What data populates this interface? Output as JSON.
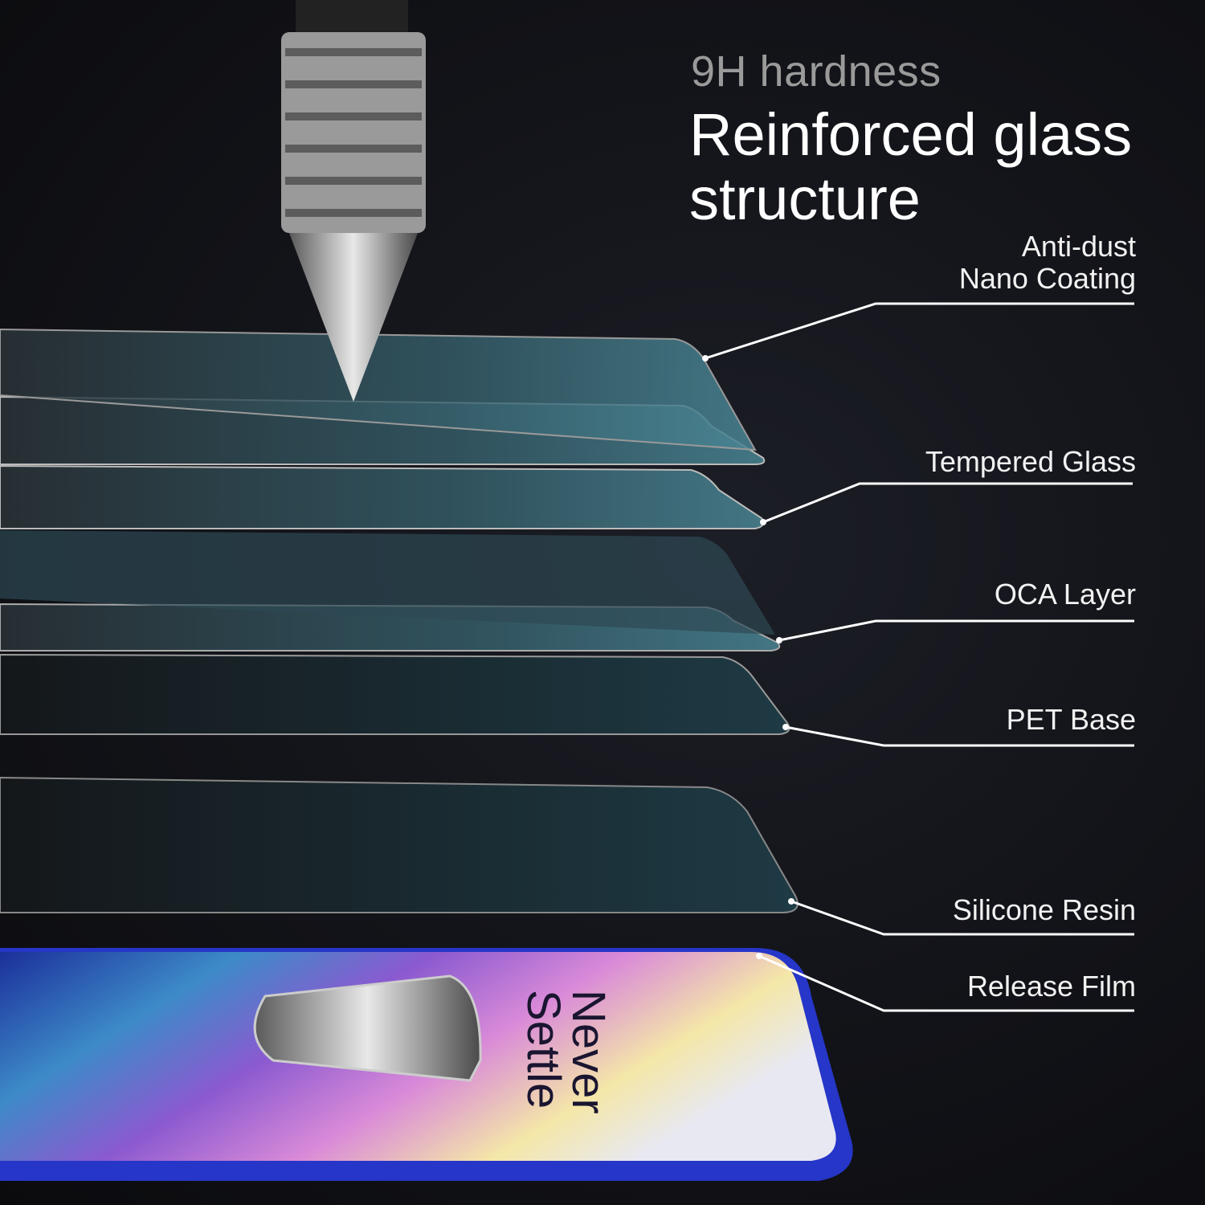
{
  "header": {
    "subtitle": "9H hardness",
    "title": "Reinforced glass structure"
  },
  "layers": [
    {
      "label_line1": "Anti-dust",
      "label_line2": "Nano Coating"
    },
    {
      "label_line1": "Tempered Glass"
    },
    {
      "label_line1": "OCA Layer"
    },
    {
      "label_line1": "PET Base"
    },
    {
      "label_line1": "Silicone Resin"
    },
    {
      "label_line1": "Release Film"
    }
  ],
  "phone_screen": {
    "slogan_line1": "Never",
    "slogan_line2": "Settle"
  },
  "colors": {
    "background": "#121318",
    "glass_tint": "#3f6f80",
    "phone_frame": "#2a3bd6",
    "text_primary": "#ffffff",
    "text_secondary": "#9a9a9a"
  }
}
